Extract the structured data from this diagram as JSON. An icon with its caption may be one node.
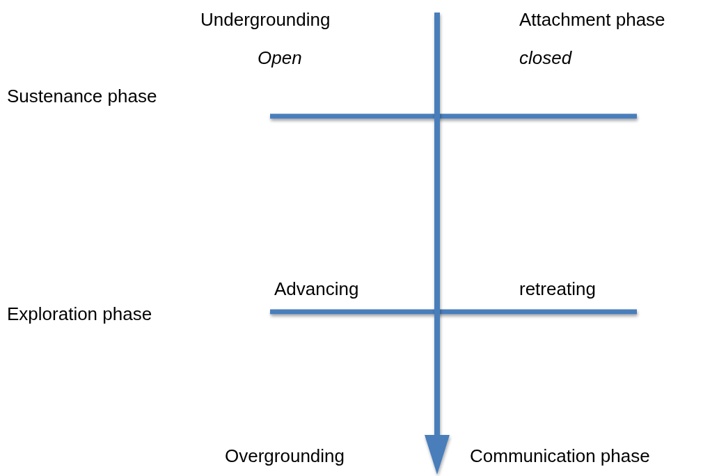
{
  "diagram": {
    "labels": [
      "Undergrounding",
      "Attachment phase",
      "Open",
      "closed",
      "Sustenance phase",
      "Advancing",
      "retreating",
      "Exploration phase",
      "Overgrounding",
      "Communication phase"
    ]
  }
}
